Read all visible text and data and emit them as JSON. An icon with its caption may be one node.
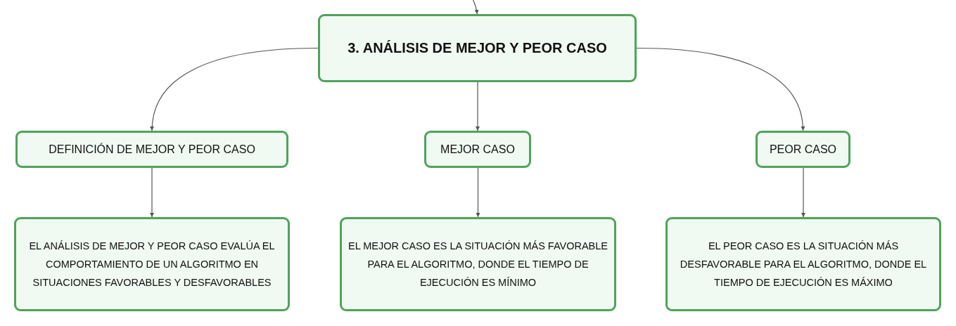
{
  "diagram": {
    "nodes": [
      {
        "text": [
          "3. ANÁLISIS DE MEJOR Y PEOR CASO"
        ]
      },
      {
        "text": [
          "DEFINICIÓN DE MEJOR Y PEOR CASO"
        ]
      },
      {
        "text": [
          "MEJOR CASO"
        ]
      },
      {
        "text": [
          "PEOR CASO"
        ]
      },
      {
        "text": [
          "EL ANÁLISIS DE MEJOR Y PEOR CASO EVALÚA EL COMPORTAMIENTO DE UN ALGORITMO EN SITUACIONES FAVORABLES Y DESFAVORABLES"
        ]
      },
      {
        "text": [
          "EL MEJOR CASO ES LA SITUACIÓN MÁS FAVORABLE PARA EL ALGORITMO, DONDE EL TIEMPO DE EJECUCIÓN ES MÍNIMO"
        ]
      },
      {
        "text": [
          "EL PEOR CASO ES LA SITUACIÓN MÁS DESFAVORABLE PARA EL ALGORITMO, DONDE EL TIEMPO DE EJECUCIÓN ES MÁXIMO"
        ]
      }
    ],
    "edges": [
      {
        "from": null,
        "to": 0,
        "arrow": "to"
      },
      {
        "from": 0,
        "to": 1,
        "arrow": "to"
      },
      {
        "from": 0,
        "to": 2,
        "arrow": "to"
      },
      {
        "from": 0,
        "to": 3,
        "arrow": "to"
      },
      {
        "from": 1,
        "to": 4,
        "arrow": "to"
      },
      {
        "from": 2,
        "to": 5,
        "arrow": "to"
      },
      {
        "from": 3,
        "to": 6,
        "arrow": "to"
      }
    ]
  }
}
